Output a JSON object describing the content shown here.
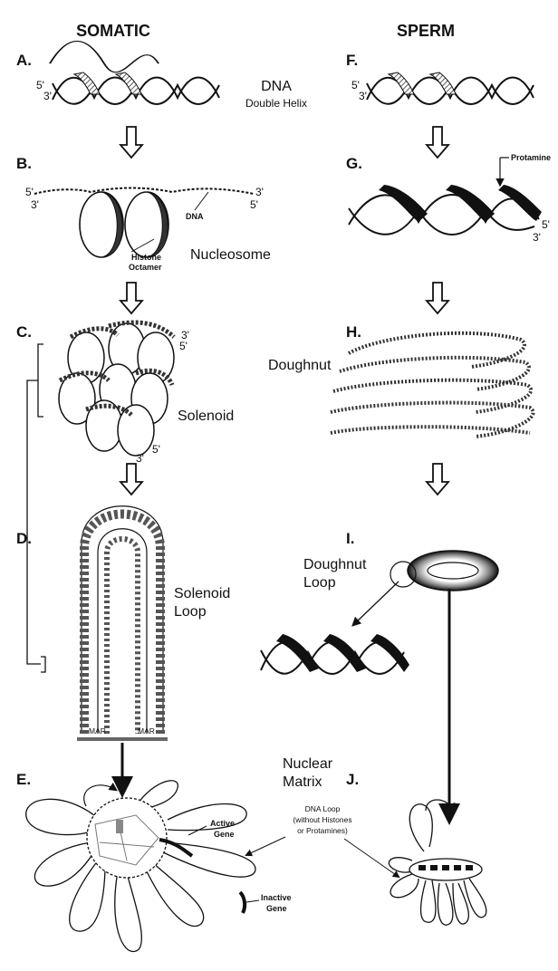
{
  "headers": {
    "left": "SOMATIC",
    "right": "SPERM"
  },
  "panels": {
    "a": "A.",
    "b": "B.",
    "c": "C.",
    "d": "D.",
    "e": "E.",
    "f": "F.",
    "g": "G.",
    "h": "H.",
    "i": "I.",
    "j": "J."
  },
  "labels": {
    "dna": "DNA",
    "double_helix": "Double Helix",
    "nucleosome": "Nucleosome",
    "histone_line1": "Histone",
    "histone_line2": "Octamer",
    "dna_small": "DNA",
    "protamine": "Protamine",
    "doughnut": "Doughnut",
    "solenoid": "Solenoid",
    "solenoid_loop_line1": "Solenoid",
    "solenoid_loop_line2": "Loop",
    "doughnut_loop_line1": "Doughnut",
    "doughnut_loop_line2": "Loop",
    "nuclear_matrix_line1": "Nuclear",
    "nuclear_matrix_line2": "Matrix",
    "active_gene_line1": "Active",
    "active_gene_line2": "Gene",
    "inactive_gene_line1": "Inactive",
    "inactive_gene_line2": "Gene",
    "dna_loop_line1": "DNA Loop",
    "dna_loop_line2": "(without Histones",
    "dna_loop_line3": "or Protamines)",
    "mar": "MAR"
  },
  "strand_ends": {
    "five_prime": "5'",
    "three_prime": "3'"
  }
}
